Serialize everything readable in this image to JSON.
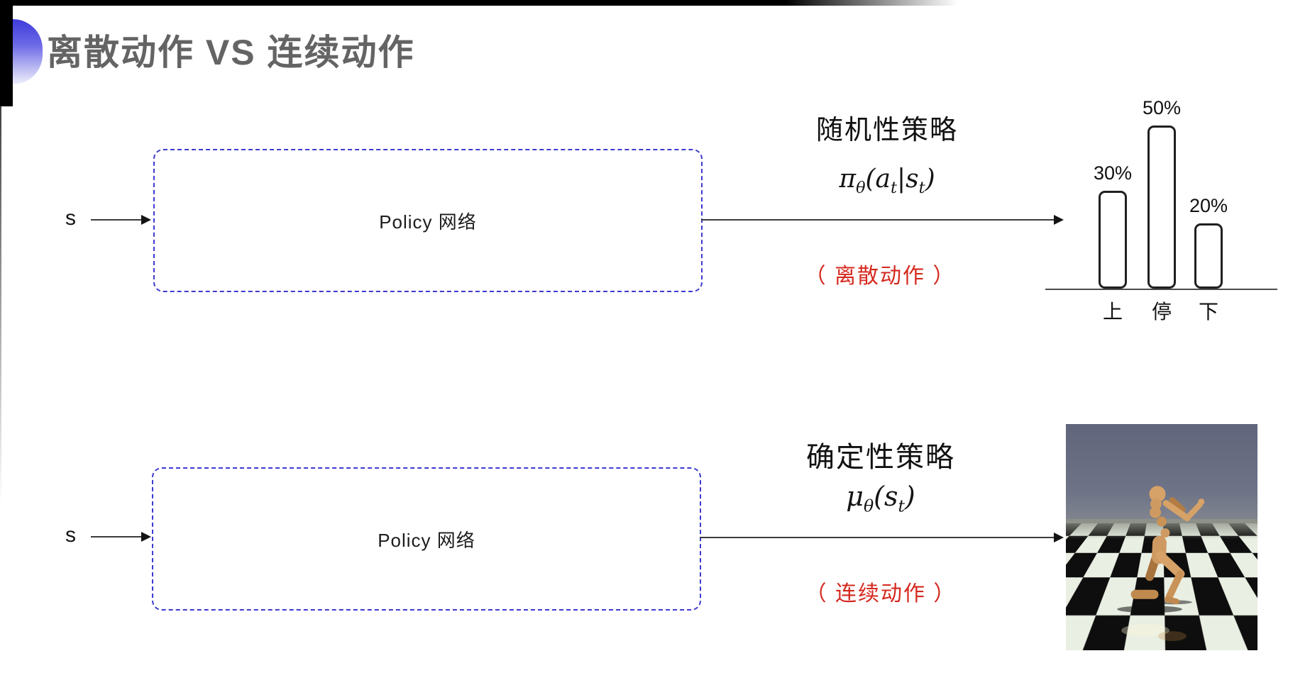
{
  "colors": {
    "accent_blue": "#3b3bd0",
    "deco_gradient_top": "#4340dd",
    "note_red": "#d5281e",
    "title_gray": "#646464",
    "arrow_black": "#141414"
  },
  "header": {
    "title": "离散动作 VS 连续动作"
  },
  "top_flow": {
    "input_label": "s",
    "box_label": "Policy 网络",
    "policy_title": "随机性策略",
    "formula": {
      "base": "π",
      "base_sub": "θ",
      "mid1": "(a",
      "mid1_sub": "t",
      "mid2": "|s",
      "mid2_sub": "t",
      "end": ")"
    },
    "action_note": "（ 离散动作 ）"
  },
  "bottom_flow": {
    "input_label": "s",
    "box_label": "Policy 网络",
    "policy_title": "确定性策略",
    "formula": {
      "base": "μ",
      "base_sub": "θ",
      "mid1": "(s",
      "mid1_sub": "t",
      "end": ")"
    },
    "action_note": "（ 连续动作 ）"
  },
  "chart_data": {
    "type": "bar",
    "categories": [
      "上",
      "停",
      "下"
    ],
    "values": [
      30,
      50,
      20
    ],
    "value_labels": [
      "30%",
      "50%",
      "20%"
    ],
    "title": "",
    "xlabel": "",
    "ylabel": "",
    "ylim": [
      0,
      55
    ],
    "grid": false,
    "legend_position": "none"
  }
}
